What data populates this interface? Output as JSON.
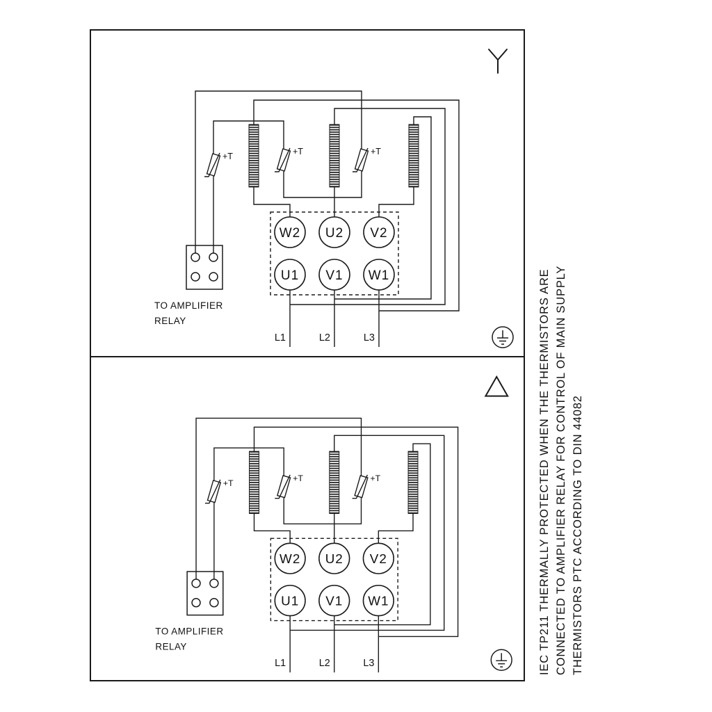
{
  "panels": [
    {
      "connection": "star",
      "terminals_top": [
        "W2",
        "U2",
        "V2"
      ],
      "terminals_bottom": [
        "U1",
        "V1",
        "W1"
      ],
      "supply_labels": [
        "L1",
        "L2",
        "L3"
      ],
      "thermistor_label": "+T",
      "relay_caption_line1": "TO AMPLIFIER",
      "relay_caption_line2": "RELAY"
    },
    {
      "connection": "delta",
      "terminals_top": [
        "W2",
        "U2",
        "V2"
      ],
      "terminals_bottom": [
        "U1",
        "V1",
        "W1"
      ],
      "supply_labels": [
        "L1",
        "L2",
        "L3"
      ],
      "thermistor_label": "+T",
      "relay_caption_line1": "TO AMPLIFIER",
      "relay_caption_line2": "RELAY"
    }
  ],
  "note_column": {
    "lines": [
      "IEC TP211 THERMALLY PROTECTED WHEN THE THERMISTORS ARE",
      "CONNECTED TO AMPLIFIER RELAY FOR CONTROL OF MAIN SUPPLY",
      "THERMISTORS PTC ACCORDING TO DIN 44082"
    ]
  },
  "colors": {
    "line": "#1a1a1a",
    "background": "#ffffff"
  }
}
